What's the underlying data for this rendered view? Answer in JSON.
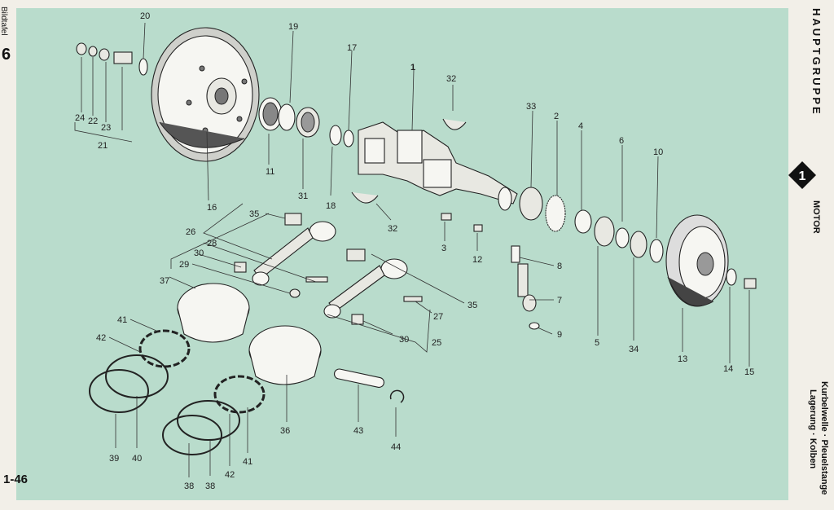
{
  "header": {
    "plate_label": "Bildtafel",
    "plate_number": "6",
    "page_code": "1-46"
  },
  "group": {
    "title": "HAUPTGRUPPE",
    "number": "1",
    "name": "MOTOR"
  },
  "caption": {
    "line1": "Kurbelwelle · Pleuelstange",
    "line2": "Lagerung · Kolben"
  },
  "colors": {
    "panel": "#b9dccc",
    "paper": "#f2efe8",
    "ink": "#222222"
  },
  "callouts": {
    "n1": "1",
    "n2": "2",
    "n3": "3",
    "n4": "4",
    "n5": "5",
    "n6": "6",
    "n7": "7",
    "n8": "8",
    "n9": "9",
    "n10": "10",
    "n11": "11",
    "n12": "12",
    "n13": "13",
    "n14": "14",
    "n15": "15",
    "n16": "16",
    "n17": "17",
    "n18": "18",
    "n19": "19",
    "n20": "20",
    "n21": "21",
    "n22": "22",
    "n23": "23",
    "n24": "24",
    "n25": "25",
    "n26": "26",
    "n27": "27",
    "n28": "28",
    "n29": "29",
    "n30a": "30",
    "n30b": "30",
    "n31": "31",
    "n32a": "32",
    "n32b": "32",
    "n33": "33",
    "n34": "34",
    "n35a": "35",
    "n35b": "35",
    "n36": "36",
    "n37": "37",
    "n38a": "38",
    "n38b": "38",
    "n39": "39",
    "n40": "40",
    "n41a": "41",
    "n41b": "41",
    "n42a": "42",
    "n42b": "42",
    "n43": "43",
    "n44": "44"
  }
}
